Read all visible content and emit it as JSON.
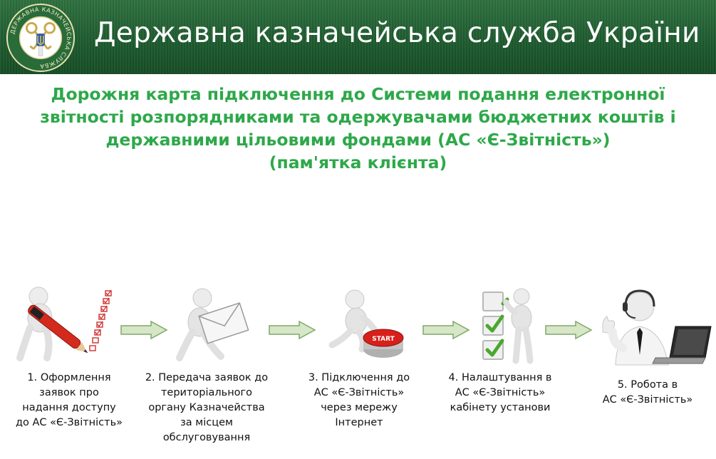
{
  "header": {
    "title": "Державна казначейська служба України",
    "emblem_text": "ДЕРЖАВНА КАЗНАЧЕЙСЬКА СЛУЖБА"
  },
  "headline": {
    "line1": "Дорожня карта підключення до Системи подання електронної",
    "line2": "звітності розпорядниками та одержувачами бюджетних коштів і",
    "line3": "державними цільовими фондами (АС «Є-Звітність»)",
    "line4": "(пам'ятка клієнта)"
  },
  "steps": [
    {
      "lines": [
        "1. Оформлення",
        "заявок про",
        "надання доступу",
        "до АС «Є-Звітність»"
      ],
      "icon": "checklist-pen-icon"
    },
    {
      "lines": [
        "2. Передача заявок до",
        "територіального",
        "органу Казначейства",
        "за місцем",
        "обслуговування"
      ],
      "icon": "envelope-person-icon"
    },
    {
      "lines": [
        "3. Підключення до",
        "АС «Є-Звітність»",
        "через мережу",
        "Інтернет"
      ],
      "icon": "start-button-icon",
      "button_text": "START"
    },
    {
      "lines": [
        "4.  Налаштування в",
        "АС «Є-Звітність»",
        "кабінету установи"
      ],
      "icon": "checkboxes-person-icon"
    },
    {
      "lines": [
        "5.  Робота в",
        "АС «Є-Звітність»"
      ],
      "icon": "operator-laptop-icon"
    }
  ],
  "colors": {
    "header_bg": "#1d5a2e",
    "headline": "#2ea84a",
    "arrow_fill": "#d6e6c6",
    "arrow_stroke": "#7fa868",
    "check_green": "#4aa82e",
    "start_red": "#d8201a"
  }
}
